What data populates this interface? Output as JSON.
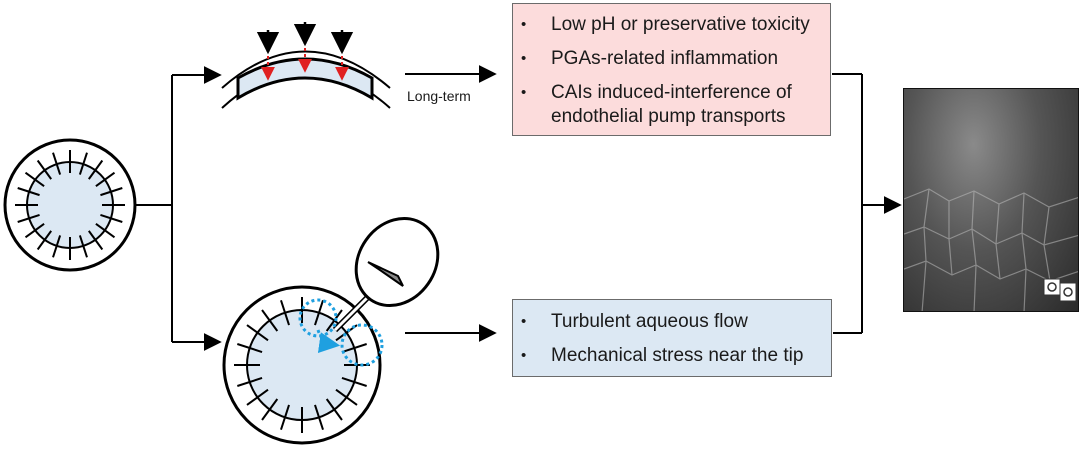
{
  "diagram": {
    "top_box": {
      "items": [
        "Low pH or preservative toxicity",
        "PGAs-related inflammation",
        "CAIs induced-interference of endothelial pump transports"
      ]
    },
    "bottom_box": {
      "items": [
        "Turbulent aqueous flow",
        "Mechanical stress near the tip"
      ]
    },
    "arrow_label": "Long-term",
    "colors": {
      "top_box_fill": "#fcdcdc",
      "bottom_box_fill": "#dce8f3",
      "cornea_fill": "#dce8f3",
      "red_arrows": "#e02020",
      "blue_flow": "#1fa0e0"
    },
    "icons": [
      "eye-diagram-icon",
      "cornea-section-icon",
      "drop-arrow-icon",
      "instrument-tip-icon",
      "specular-microscopy-image"
    ]
  }
}
